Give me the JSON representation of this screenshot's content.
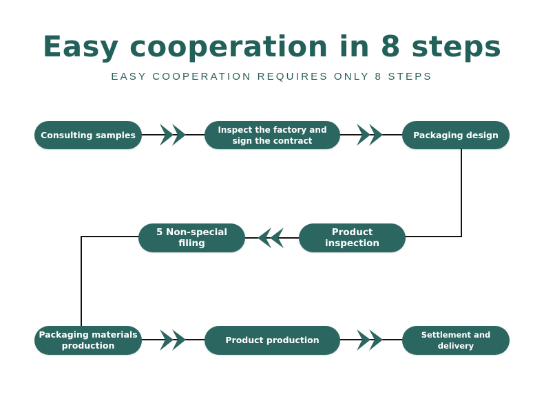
{
  "header": {
    "title": "Easy cooperation in 8 steps",
    "subtitle": "EASY COOPERATION REQUIRES ONLY 8 STEPS"
  },
  "steps": [
    {
      "label": "Consulting samples"
    },
    {
      "label": "Inspect the factory and sign the contract"
    },
    {
      "label": "Packaging design"
    },
    {
      "label": "Product inspection"
    },
    {
      "label": "5 Non-special filing"
    },
    {
      "label": "Packaging materials production"
    },
    {
      "label": "Product production"
    },
    {
      "label": "Settlement and delivery"
    }
  ],
  "colors": {
    "node_fill": "#2b6660",
    "title": "#22605a",
    "connector": "#111111"
  }
}
